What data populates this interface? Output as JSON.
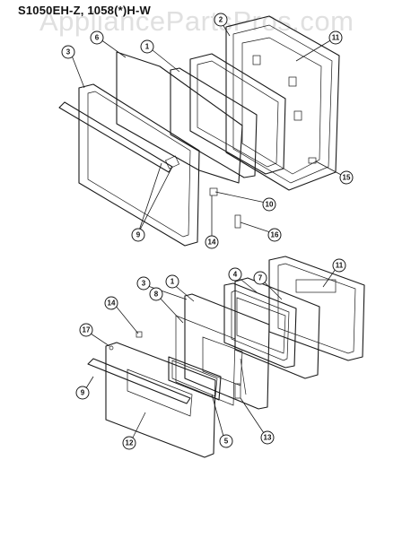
{
  "title": "S1050EH-Z, 1058(*)H-W",
  "watermark": "AppliancePartsPros.com",
  "callouts": {
    "top": [
      "2",
      "6",
      "1",
      "11",
      "3",
      "15",
      "10",
      "9",
      "14",
      "16"
    ],
    "bottom": [
      "3",
      "1",
      "4",
      "7",
      "11",
      "14",
      "8",
      "17",
      "9",
      "12",
      "5",
      "13"
    ]
  }
}
